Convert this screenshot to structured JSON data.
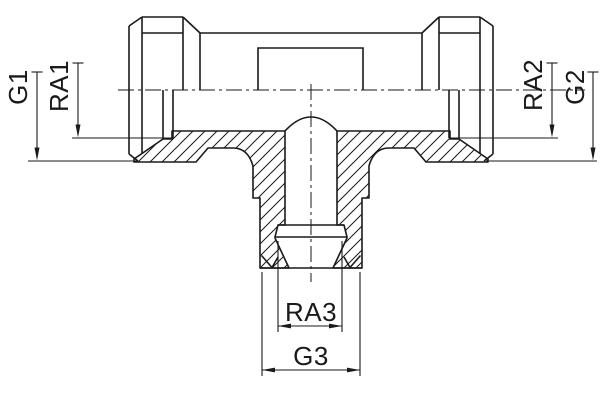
{
  "drawing": {
    "labels": {
      "g1": "G1",
      "ra1": "RA1",
      "ra2": "RA2",
      "g2": "G2",
      "ra3": "RA3",
      "g3": "G3"
    },
    "colors": {
      "line": "#1a1a1a",
      "background": "#ffffff"
    }
  }
}
